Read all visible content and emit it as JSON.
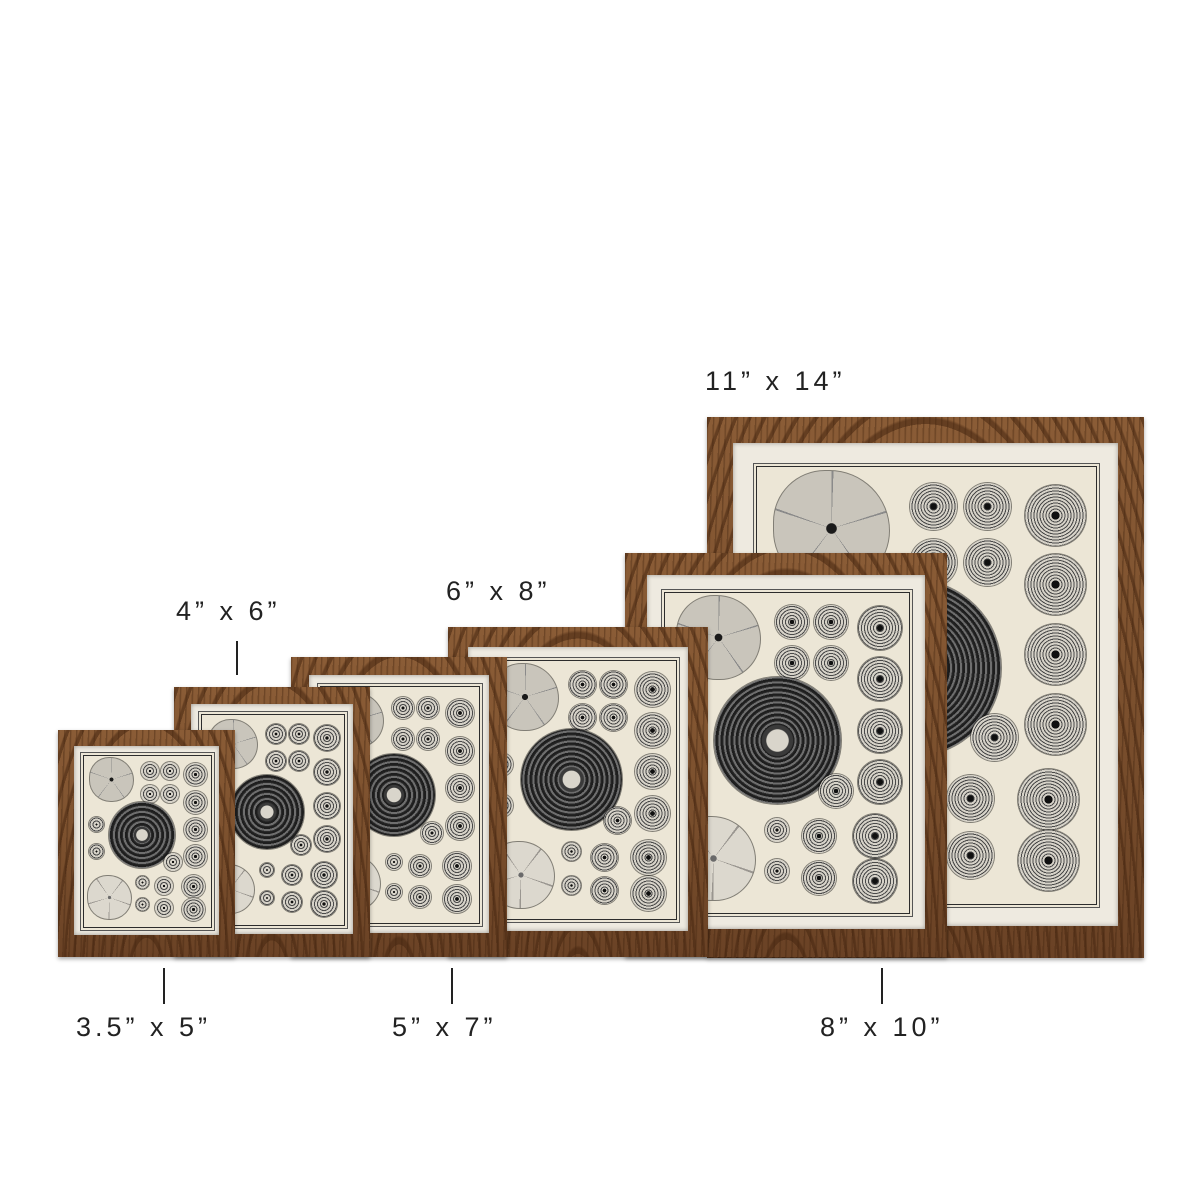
{
  "sizes": [
    {
      "id": "size-3-5x5",
      "label": "3.5” x 5”"
    },
    {
      "id": "size-4x6",
      "label": "4” x 6”"
    },
    {
      "id": "size-5x7",
      "label": "5” x 7”"
    },
    {
      "id": "size-6x8",
      "label": "6” x 8”"
    },
    {
      "id": "size-8x10",
      "label": "8” x 10”"
    },
    {
      "id": "size-11x14",
      "label": "11” x 14”"
    }
  ],
  "colors": {
    "frame_wood": "#7a4f2d",
    "mat": "#eeeae0",
    "print_paper": "#ece6d6",
    "label_text": "#222222"
  },
  "print_subject": "echinoid-illustration-plate"
}
